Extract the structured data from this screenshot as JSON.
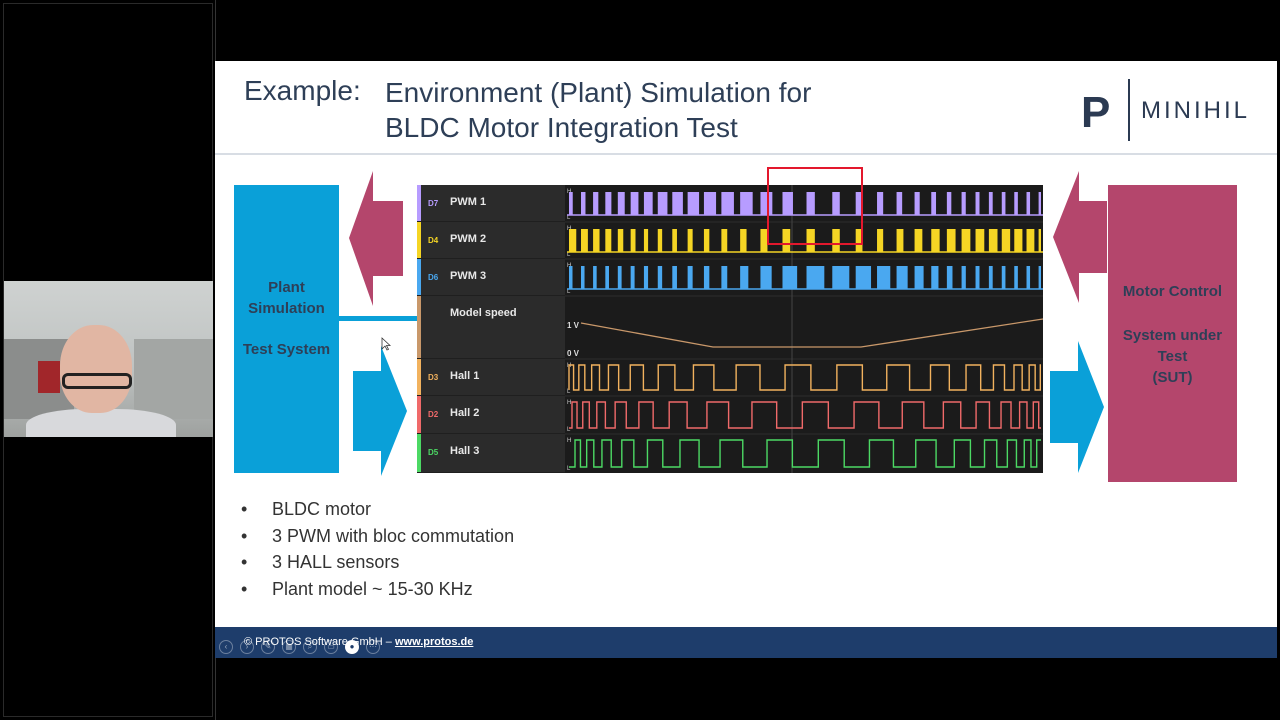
{
  "slide": {
    "title_label": "Example:",
    "title_text": "Environment (Plant) Simulation for\nBLDC Motor Integration Test",
    "logo": {
      "name": "MINIHIL",
      "mark": "P"
    },
    "plant": {
      "title": "Plant Simulation",
      "subtitle": "Test System",
      "color": "#0aa0d8"
    },
    "sut": {
      "title": "Motor Control",
      "subtitle": "System under\nTest\n(SUT)",
      "color": "#b4466c"
    },
    "arrows": {
      "blue": "#0aa0d8",
      "magenta": "#b4466c"
    },
    "analyzer": {
      "channels": [
        {
          "id": "D7",
          "name": "PWM 1",
          "color": "#b79cff"
        },
        {
          "id": "D4",
          "name": "PWM 2",
          "color": "#f5d524"
        },
        {
          "id": "D6",
          "name": "PWM 3",
          "color": "#4aa8f0"
        },
        {
          "id": "",
          "name": "Model speed",
          "color": "#c9986a"
        },
        {
          "id": "D3",
          "name": "Hall 1",
          "color": "#f2b25e"
        },
        {
          "id": "D2",
          "name": "Hall 2",
          "color": "#f06a6a"
        },
        {
          "id": "D5",
          "name": "Hall 3",
          "color": "#4cd964"
        }
      ],
      "speed_axis": {
        "top": "1 V",
        "bottom": "0 V"
      },
      "digital_levels": {
        "high": "H",
        "low": "L"
      }
    },
    "bullets": [
      "BLDC motor",
      "3 PWM with bloc commutation",
      "3 HALL sensors",
      "Plant model ~ 15-30 KHz"
    ],
    "footer": {
      "copyright": "© PROTOS Software GmbH – ",
      "link": "www.protos.de"
    }
  }
}
